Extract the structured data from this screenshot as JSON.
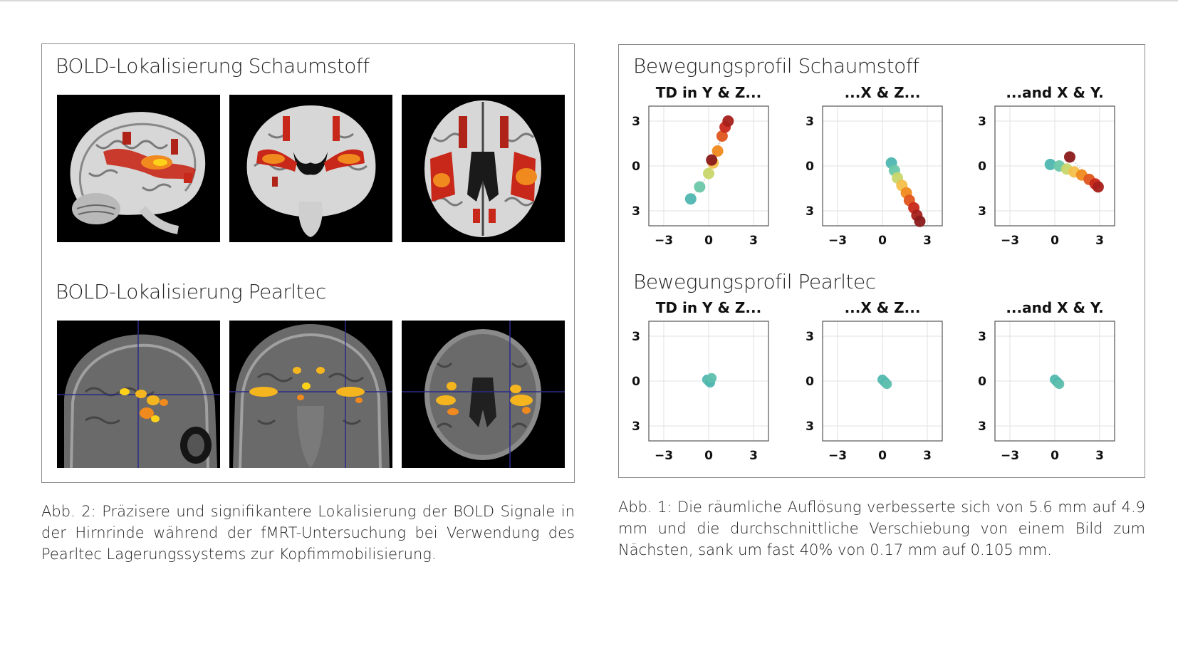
{
  "left": {
    "title_foam": "BOLD-Lokalisierung Schaumstoff",
    "title_pearltec": "BOLD-Lokalisierung Pearltec"
  },
  "right": {
    "title_foam": "Bewegungsprofil Schaumstoff",
    "title_pearltec": "Bewegungsprofil Pearltec",
    "subplot_titles": [
      "TD in Y & Z...",
      "...X & Z...",
      "...and X & Y."
    ],
    "y_ticks": [
      "3",
      "0",
      "3"
    ],
    "x_ticks": [
      "−3",
      "0",
      "3"
    ]
  },
  "captions": {
    "left": "Abb. 2: Präzisere und signifikantere Lokalisierung der BOLD Signale in der Hirnrinde während der fMRT-Untersuchung bei Verwendung des Pearltec Lagerungssystems zur Kopfimmobilisierung.",
    "right": "Abb. 1: Die räumliche Auflösung verbesserte sich von 5.6 mm auf 4.9 mm und die durchschnittliche Verschiebung von einem Bild zum Nächsten, sank um fast 40% von 0.17 mm auf 0.105 mm."
  },
  "colors": {
    "activation_red": "#c8281a",
    "activation_orange": "#f08a1e",
    "activation_yellow": "#ffd21a",
    "trail_teal": "#4fb6b0",
    "trail_dark_red": "#8b1a1a",
    "crosshair": "#2a2a8a"
  },
  "chart_data": [
    {
      "type": "scatter",
      "title": "TD in Y & Z...",
      "group": "Schaumstoff",
      "xlim": [
        -4,
        4
      ],
      "ylim": [
        -4,
        4
      ],
      "x": [
        -1.2,
        -0.6,
        0,
        0.3,
        0.6,
        0.9,
        1.1,
        1.3,
        0.2
      ],
      "y": [
        -2.2,
        -1.4,
        -0.5,
        0.2,
        1,
        2,
        2.6,
        3,
        0.4
      ]
    },
    {
      "type": "scatter",
      "title": "...X & Z...",
      "group": "Schaumstoff",
      "xlim": [
        -4,
        4
      ],
      "ylim": [
        -4,
        4
      ],
      "x": [
        0.6,
        0.8,
        1.0,
        1.3,
        1.6,
        1.8,
        2.1,
        2.3,
        2.5
      ],
      "y": [
        0.2,
        -0.3,
        -0.8,
        -1.3,
        -1.8,
        -2.3,
        -2.8,
        -3.3,
        -3.7
      ]
    },
    {
      "type": "scatter",
      "title": "...and X & Y.",
      "group": "Schaumstoff",
      "xlim": [
        -4,
        4
      ],
      "ylim": [
        -4,
        4
      ],
      "x": [
        -0.3,
        0.3,
        0.8,
        1.3,
        1.8,
        2.3,
        2.7,
        2.9,
        1.0
      ],
      "y": [
        0.1,
        0,
        -0.2,
        -0.4,
        -0.6,
        -0.9,
        -1.2,
        -1.4,
        0.6
      ]
    },
    {
      "type": "scatter",
      "title": "TD in Y & Z...",
      "group": "Pearltec",
      "xlim": [
        -4,
        4
      ],
      "ylim": [
        -4,
        4
      ],
      "x": [
        -0.1,
        0,
        0.1,
        0.2
      ],
      "y": [
        0.1,
        0,
        -0.1,
        0.2
      ]
    },
    {
      "type": "scatter",
      "title": "...X & Z...",
      "group": "Pearltec",
      "xlim": [
        -4,
        4
      ],
      "ylim": [
        -4,
        4
      ],
      "x": [
        0,
        0.1,
        0.2,
        0.3
      ],
      "y": [
        0.1,
        0,
        -0.1,
        -0.2
      ]
    },
    {
      "type": "scatter",
      "title": "...and X & Y.",
      "group": "Pearltec",
      "xlim": [
        -4,
        4
      ],
      "ylim": [
        -4,
        4
      ],
      "x": [
        0,
        0.1,
        0.2,
        0.3
      ],
      "y": [
        0.1,
        0,
        -0.1,
        -0.2
      ]
    }
  ]
}
